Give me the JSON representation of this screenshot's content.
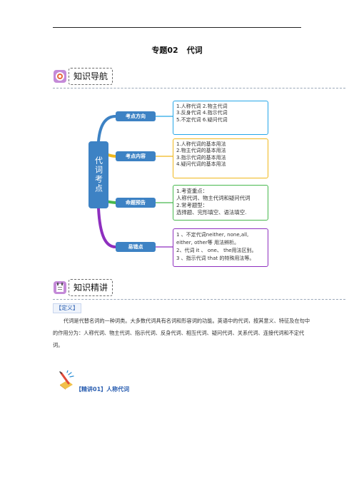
{
  "page": {
    "title_prefix": "专题02",
    "title_main": "代词"
  },
  "sections": {
    "nav": "知识导航",
    "lecture": "知识精讲"
  },
  "mindmap": {
    "root": "代词考点",
    "branches": [
      {
        "label": "考点方向",
        "color": "#3d82c4",
        "box_color": "#26a6e8",
        "items": [
          "1.人称代词  2.物主代词",
          "3.反身代词  4.指示代词",
          "5.不定代词  6.疑问代词"
        ]
      },
      {
        "label": "考点内容",
        "color": "#3d82c4",
        "box_color": "#f0b81c",
        "items": [
          "1.人称代词的基本用法",
          "2.物主代词的基本用法",
          "3.指示代词的基本用法",
          "4.疑问代词的基本用法"
        ]
      },
      {
        "label": "命题预告",
        "color": "#3d82c4",
        "box_color": "#47b84d",
        "items": [
          "1.考查重点：",
          " 人称代词、物主代词和疑问代词",
          "2.常考题型：",
          "选择题、完形填空、语法填空."
        ]
      },
      {
        "label": "易错点",
        "color": "#3d82c4",
        "box_color": "#8e2fbf",
        "items": [
          "1 、不定代词neither, none,all,",
          "     either,  other等 用法辨析。",
          "2、代词 it 、 one、 the用法区别。",
          "3 、指示代词 that 的特殊用法等。"
        ]
      }
    ]
  },
  "definition": {
    "tag": "【定义】",
    "text": "代词是代替名词的一种词类。大多数代词具有名词和形容词的功能。英语中的代词，按其意义、特征及在句中的作用分为：人称代词、物主代词、指示代词、反身代词、相互代词、疑问代词、关系代词、连接代词和不定代词。"
  },
  "lecture01": {
    "title": "【精讲01】人称代词"
  }
}
